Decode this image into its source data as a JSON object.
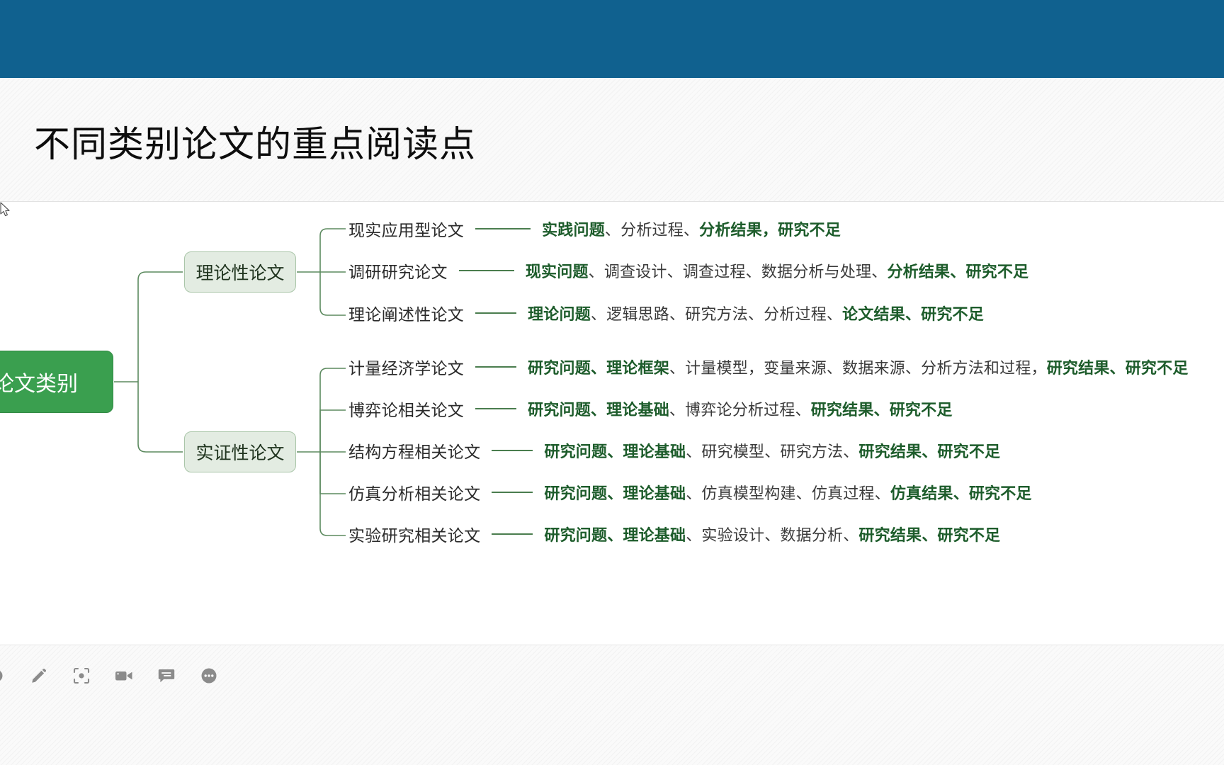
{
  "window": {
    "topbar_color": "#10618f",
    "background_color": "#fafafa"
  },
  "slide": {
    "title": "不同类别论文的重点阅读点"
  },
  "mindmap": {
    "root": {
      "label": "论文类别",
      "color": "#3a9f4f",
      "text_color": "#ffffff"
    },
    "branches": [
      {
        "label": "理论性论文",
        "color": "#e3ece2",
        "border_color": "#a9c5a8",
        "leaves": [
          {
            "label": "现实应用型论文",
            "segments": [
              {
                "text": "实践问题",
                "bold": true
              },
              {
                "text": "、分析过程、",
                "bold": false
              },
              {
                "text": "分析结果，研究不足",
                "bold": true
              }
            ],
            "detail_plain": "实践问题、分析过程、分析结果，研究不足"
          },
          {
            "label": "调研研究论文",
            "segments": [
              {
                "text": "现实问题",
                "bold": true
              },
              {
                "text": "、调查设计、调查过程、数据分析与处理、",
                "bold": false
              },
              {
                "text": "分析结果、研究不足",
                "bold": true
              }
            ],
            "detail_plain": "现实问题、调查设计、调查过程、数据分析与处理、分析结果、研究不足"
          },
          {
            "label": "理论阐述性论文",
            "segments": [
              {
                "text": "理论问题",
                "bold": true
              },
              {
                "text": "、逻辑思路、研究方法、分析过程、",
                "bold": false
              },
              {
                "text": "论文结果、研究不足",
                "bold": true
              }
            ],
            "detail_plain": "理论问题、逻辑思路、研究方法、分析过程、论文结果、研究不足"
          }
        ]
      },
      {
        "label": "实证性论文",
        "color": "#e3ece2",
        "border_color": "#a9c5a8",
        "leaves": [
          {
            "label": "计量经济学论文",
            "segments": [
              {
                "text": "研究问题、理论框架",
                "bold": true
              },
              {
                "text": "、计量模型，变量来源、数据来源、分析方法和过程，",
                "bold": false
              },
              {
                "text": "研究结果、研究不足",
                "bold": true
              }
            ],
            "detail_plain": "研究问题、理论框架、计量模型，变量来源、数据来源、分析方法和过程，研究结果、研究不足"
          },
          {
            "label": "博弈论相关论文",
            "segments": [
              {
                "text": "研究问题、理论基础",
                "bold": true
              },
              {
                "text": "、博弈论分析过程、",
                "bold": false
              },
              {
                "text": "研究结果、研究不足",
                "bold": true
              }
            ],
            "detail_plain": "研究问题、理论基础、博弈论分析过程、研究结果、研究不足"
          },
          {
            "label": "结构方程相关论文",
            "segments": [
              {
                "text": "研究问题、理论基础",
                "bold": true
              },
              {
                "text": "、研究模型、研究方法、",
                "bold": false
              },
              {
                "text": "研究结果、研究不足",
                "bold": true
              }
            ],
            "detail_plain": "研究问题、理论基础、研究模型、研究方法、研究结果、研究不足"
          },
          {
            "label": "仿真分析相关论文",
            "segments": [
              {
                "text": "研究问题、理论基础",
                "bold": true
              },
              {
                "text": "、仿真模型构建、仿真过程、",
                "bold": false
              },
              {
                "text": "仿真结果、研究不足",
                "bold": true
              }
            ],
            "detail_plain": "研究问题、理论基础、仿真模型构建、仿真过程、仿真结果、研究不足"
          },
          {
            "label": "实验研究相关论文",
            "segments": [
              {
                "text": "研究问题、理论基础",
                "bold": true
              },
              {
                "text": "、实验设计、数据分析、",
                "bold": false
              },
              {
                "text": "研究结果、研究不足",
                "bold": true
              }
            ],
            "detail_plain": "研究问题、理论基础、实验设计、数据分析、研究结果、研究不足"
          }
        ]
      }
    ],
    "line_color": "#5c8a5f",
    "highlight_color": "#1d5c2b"
  },
  "toolbar": {
    "icons": [
      {
        "name": "cursor-icon",
        "label": "指针"
      },
      {
        "name": "pencil-icon",
        "label": "画笔"
      },
      {
        "name": "screenshot-icon",
        "label": "截图"
      },
      {
        "name": "video-icon",
        "label": "录制"
      },
      {
        "name": "comment-icon",
        "label": "弹幕"
      },
      {
        "name": "more-icon",
        "label": "更多"
      }
    ]
  }
}
